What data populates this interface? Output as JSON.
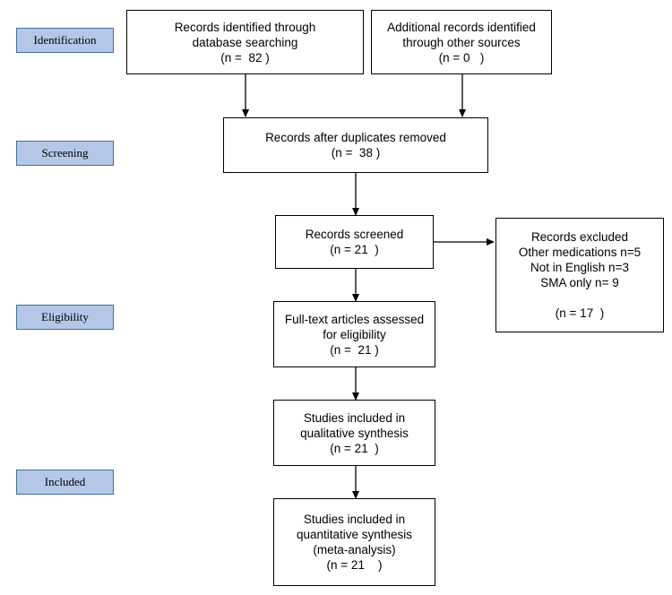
{
  "stages": {
    "identification": "Identification",
    "screening": "Screening",
    "eligibility": "Eligibility",
    "included": "Included"
  },
  "boxes": {
    "db_search": {
      "line1": "Records identified through",
      "line2": "database searching",
      "count": "(n =  82 )"
    },
    "other_sources": {
      "line1": "Additional records identified",
      "line2": "through other sources",
      "count": "(n = 0   )"
    },
    "after_duplicates": {
      "line1": "Records after duplicates removed",
      "count": "(n =  38 )"
    },
    "screened": {
      "line1": "Records screened",
      "count": "(n = 21  )"
    },
    "excluded": {
      "title": "Records excluded",
      "reason1": "Other medications n=5",
      "reason2": "Not in English n=3",
      "reason3": "SMA only n= 9",
      "count": "(n = 17  )"
    },
    "fulltext": {
      "line1": "Full-text articles assessed",
      "line2": "for eligibility",
      "count": "(n =  21 )"
    },
    "qualitative": {
      "line1": "Studies included in",
      "line2": "qualitative synthesis",
      "count": "(n = 21  )"
    },
    "quantitative": {
      "line1": "Studies included in",
      "line2": "quantitative synthesis",
      "line3": "(meta-analysis)",
      "count": "(n = 21    )"
    }
  }
}
